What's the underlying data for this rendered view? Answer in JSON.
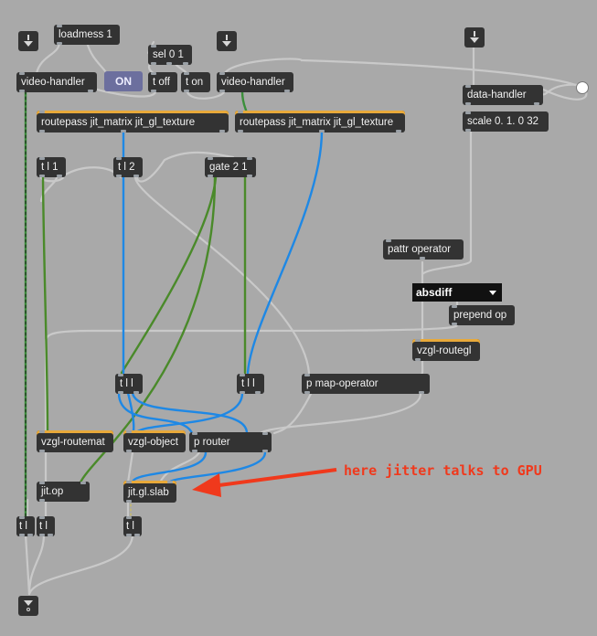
{
  "objects": {
    "loadmess": "loadmess 1",
    "sel": "sel 0 1",
    "toff": "t off",
    "ton": "t on",
    "vh_left": "video-handler",
    "vh_right": "video-handler",
    "toggle": "ON",
    "data_handler": "data-handler",
    "scale": "scale 0. 1. 0 32",
    "routepass_left": "routepass jit_matrix jit_gl_texture",
    "routepass_right": "routepass jit_matrix jit_gl_texture",
    "tl1": "t l 1",
    "tl2": "t l 2",
    "gate": "gate 2 1",
    "pattr": "pattr operator",
    "menu": "absdiff",
    "prepend": "prepend op",
    "routegl": "vzgl-routegl",
    "tll_left": "t l l",
    "tll_right": "t l l",
    "map_op": "p map-operator",
    "routemat": "vzgl-routemat",
    "vzgl_object": "vzgl-object",
    "router": "p router",
    "jitop": "jit.op",
    "slab": "jit.gl.slab",
    "tl_a": "t l",
    "tl_b": "t l",
    "tl_c": "t l"
  },
  "annotation": "here jitter talks to GPU",
  "colors": {
    "background": "#a9a9a9",
    "object": "#333333",
    "cord_gray": "#c8c8c8",
    "cord_blue": "#1e88e5",
    "cord_green": "#4a8a2a",
    "annotation": "#f0391c"
  }
}
